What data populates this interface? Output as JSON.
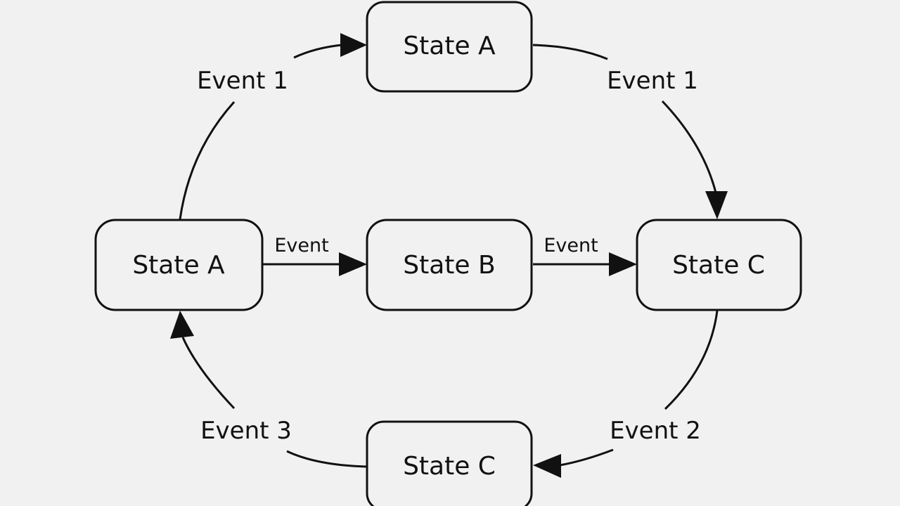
{
  "diagram": {
    "nodes": {
      "top": "State A",
      "left": "State A",
      "center": "State B",
      "right": "State C",
      "bottom": "State C"
    },
    "edges": {
      "left_to_top": "Event 1",
      "top_to_right": "Event 1",
      "left_to_center": "Event",
      "center_to_right": "Event",
      "right_to_bottom": "Event 2",
      "bottom_to_left": "Event 3"
    }
  }
}
